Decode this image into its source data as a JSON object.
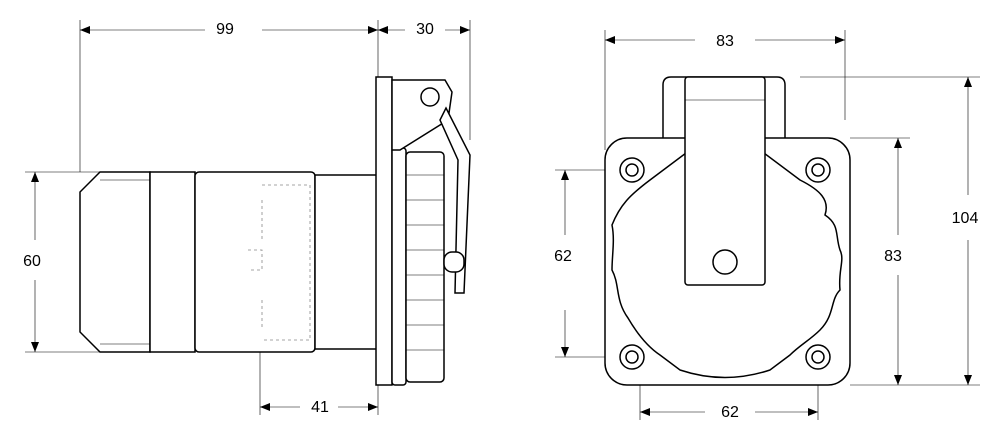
{
  "side_view": {
    "dimensions": {
      "overall_length": "99",
      "lid_depth": "30",
      "height": "60",
      "rear_depth": "41"
    }
  },
  "front_view": {
    "dimensions": {
      "width": "83",
      "total_height": "104",
      "plate_height": "83",
      "hole_spacing_vertical": "62",
      "hole_spacing_horizontal": "62"
    }
  }
}
